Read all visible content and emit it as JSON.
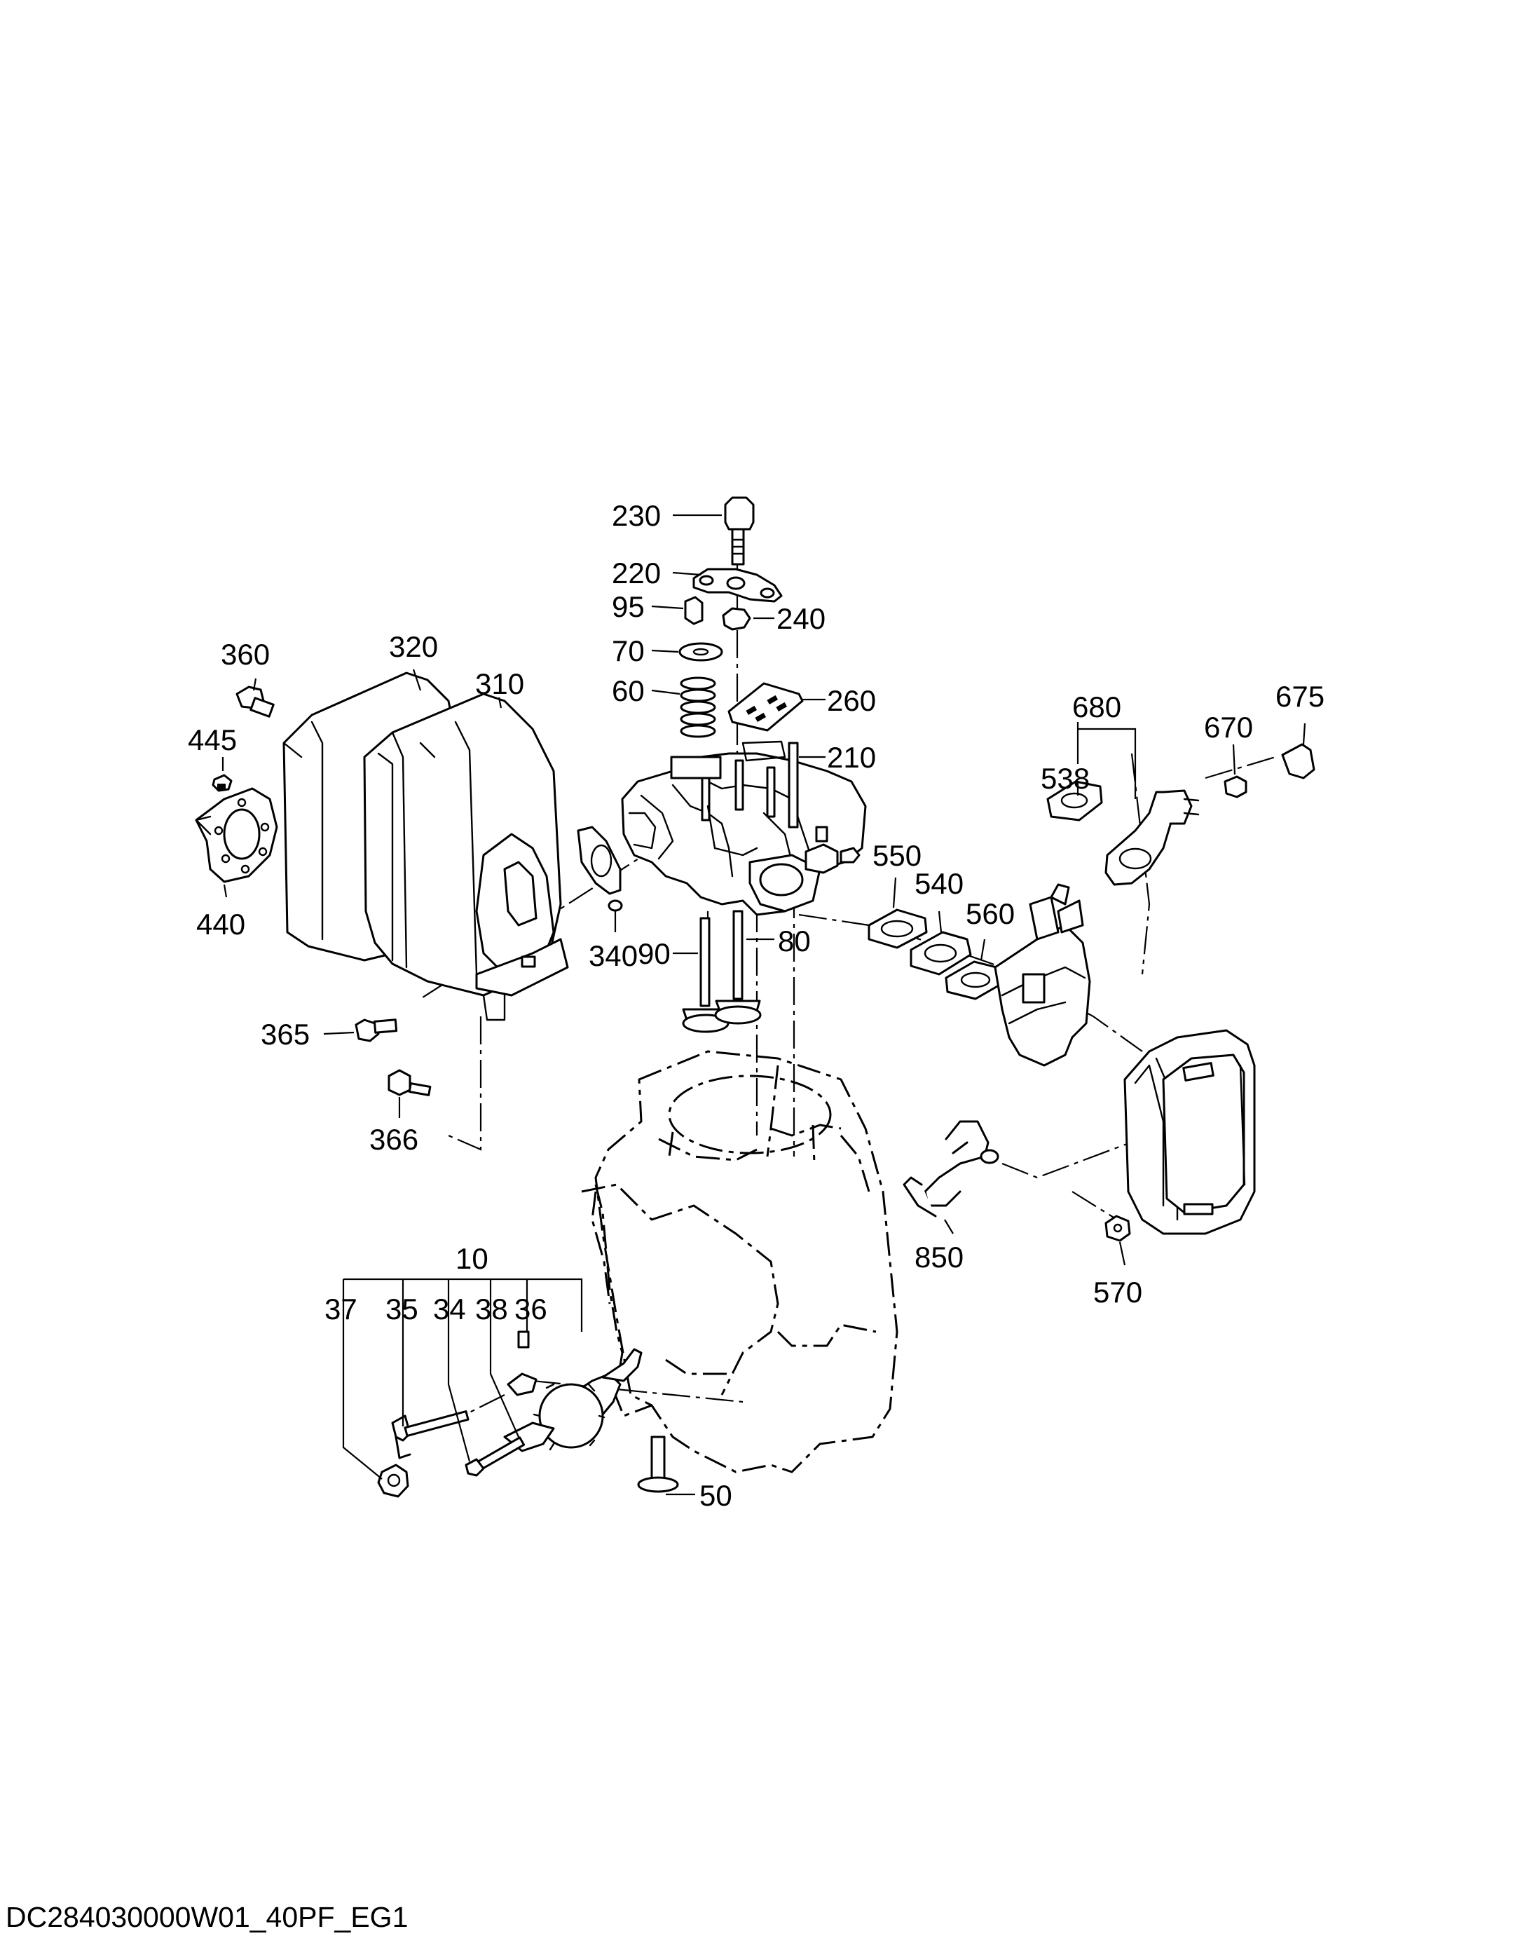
{
  "document_code": "DC284030000W01_40PF_EG1",
  "callouts": {
    "c230": "230",
    "c220": "220",
    "c95": "95",
    "c240": "240",
    "c70": "70",
    "c60": "60",
    "c260": "260",
    "c210": "210",
    "c360": "360",
    "c320": "320",
    "c310": "310",
    "c445": "445",
    "c440": "440",
    "c340": "340",
    "c365": "365",
    "c366": "366",
    "c90": "90",
    "c80": "80",
    "c550": "550",
    "c540": "540",
    "c560": "560",
    "c680": "680",
    "c538": "538",
    "c670": "670",
    "c675": "675",
    "c850": "850",
    "c570": "570",
    "c10": "10",
    "c37": "37",
    "c35": "35",
    "c34": "34",
    "c38": "38",
    "c36": "36",
    "c50": "50"
  }
}
